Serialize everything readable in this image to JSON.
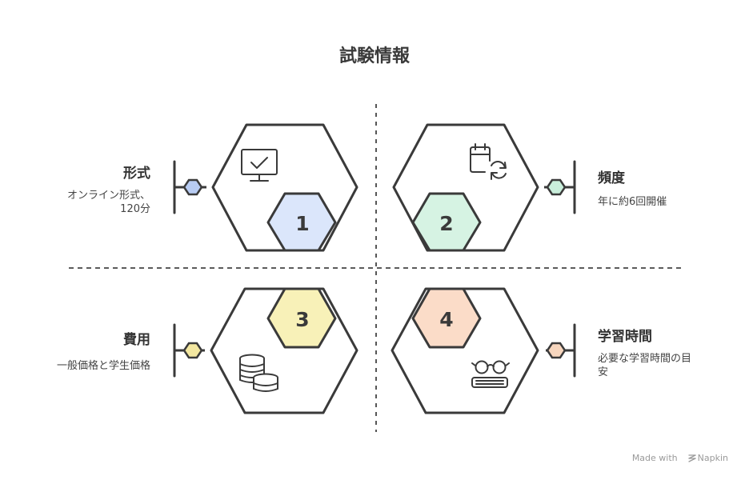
{
  "title": "試験情報",
  "items": [
    {
      "number": "1",
      "label": "形式",
      "description": "オンライン形式、\n120分",
      "color": "#dbe6fb",
      "marker_color": "#b8ccf3",
      "icon": "monitor-check-icon"
    },
    {
      "number": "2",
      "label": "頻度",
      "description": "年に約6回開催",
      "color": "#d6f3e3",
      "marker_color": "#c9eedb",
      "icon": "calendar-refresh-icon"
    },
    {
      "number": "3",
      "label": "費用",
      "description": "一般価格と学生価格",
      "color": "#f8f1b8",
      "marker_color": "#f3e7a0",
      "icon": "coins-stack-icon"
    },
    {
      "number": "4",
      "label": "学習時間",
      "description": "必要な学習時間の目\n安",
      "color": "#fbdcc8",
      "marker_color": "#f7d6be",
      "icon": "glasses-book-icon"
    }
  ],
  "footer": {
    "text": "Made with",
    "brand": "Napkin"
  }
}
